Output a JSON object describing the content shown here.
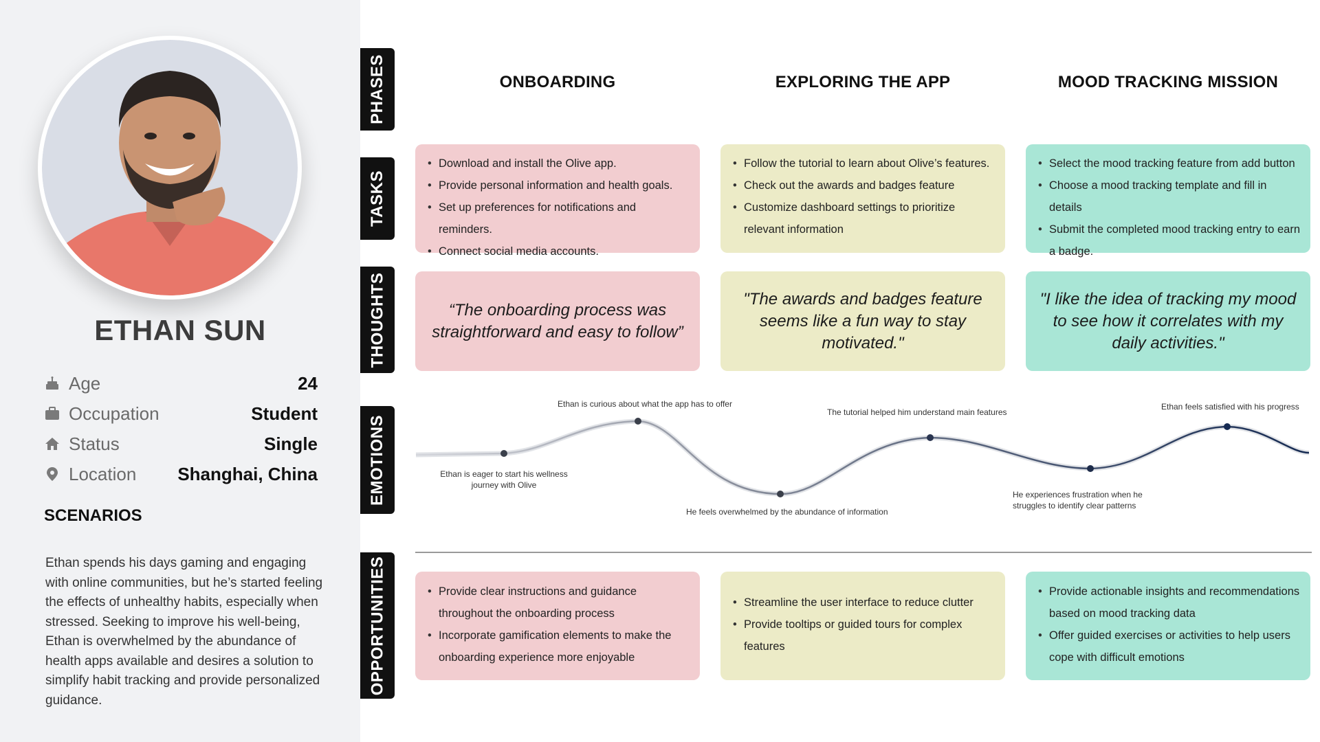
{
  "persona": {
    "name": "ETHAN SUN",
    "info": [
      {
        "icon": "cake-icon",
        "label": "Age",
        "value": "24"
      },
      {
        "icon": "briefcase-icon",
        "label": "Occupation",
        "value": "Student"
      },
      {
        "icon": "home-icon",
        "label": "Status",
        "value": "Single"
      },
      {
        "icon": "location-pin-icon",
        "label": "Location",
        "value": "Shanghai, China"
      }
    ],
    "scenarios_title": "SCENARIOS",
    "scenarios_text": "Ethan spends his days gaming and engaging with online communities, but he’s started feeling the effects of unhealthy habits, especially when stressed. Seeking to improve his well-being, Ethan is overwhelmed by the abundance of health apps available and desires a solution to simplify habit tracking and provide personalized guidance."
  },
  "rows": {
    "phases": "PHASES",
    "tasks": "TASKS",
    "thoughts": "THOUGHTS",
    "emotions": "EMOTIONS",
    "opportunities": "OPPORTUNITIES"
  },
  "phases": [
    "ONBOARDING",
    "EXPLORING THE APP",
    "MOOD TRACKING MISSION"
  ],
  "colors": {
    "pink": "#f2cdd0",
    "yellow": "#ecebc7",
    "green": "#a9e6d6",
    "tag": "#111111",
    "panel": "#f1f2f4"
  },
  "tasks": [
    [
      "Download and install the Olive app.",
      "Provide  personal information and health goals.",
      "Set up preferences for notifications and reminders.",
      "Connect social media accounts."
    ],
    [
      "Follow the tutorial to learn about Olive’s features.",
      "Check out the awards and badges feature",
      "Customize dashboard settings to prioritize relevant information"
    ],
    [
      "Select the mood tracking feature from add button",
      "Choose a mood tracking template and fill in details",
      "Submit the completed mood tracking entry to earn a badge."
    ]
  ],
  "thoughts": [
    "“The onboarding process was straightforward and easy to follow”",
    "\"The awards and badges feature seems like a fun way to stay motivated.\"",
    "\"I like the idea of tracking my mood to see how it correlates with my daily activities.\""
  ],
  "emotions": [
    "Ethan is eager to start his wellness journey with Olive",
    "Ethan is curious about what the app has to offer",
    "He feels overwhelmed by the abundance of information",
    "The tutorial helped him understand main features",
    "He experiences frustration when he struggles to identify clear patterns",
    "Ethan feels satisfied with his progress"
  ],
  "opportunities": [
    [
      "Provide clear instructions and guidance throughout the onboarding process",
      "Incorporate gamification elements to make the onboarding experience more enjoyable"
    ],
    [
      "Streamline the user interface to reduce clutter",
      "Provide tooltips or guided tours for complex features"
    ],
    [
      "Provide actionable insights and recommendations based on mood tracking data",
      "Offer guided exercises or activities to help users cope with difficult emotions"
    ]
  ]
}
